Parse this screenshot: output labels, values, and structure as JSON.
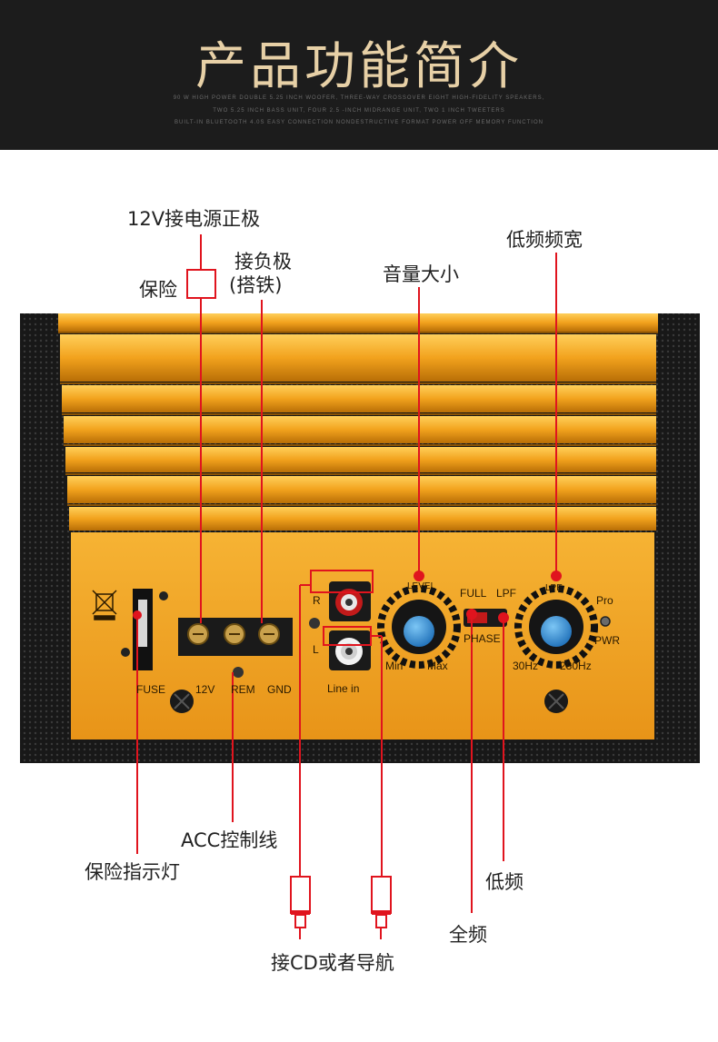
{
  "header": {
    "title": "产品功能简介",
    "sub_lines": [
      "90 W HIGH POWER DOUBLE 5.25 INCH WOOFER, THREE-WAY CROSSOVER EIGHT HIGH-FIDELITY SPEAKERS,",
      "TWO 5.25 INCH BASS UNIT, FOUR 2.5 -INCH MIDRANGE UNIT, TWO 1 INCH TWEETERS",
      "BUILT-IN BLUETOOTH 4.0S EASY CONNECTION NONDESTRUCTIVE FORMAT POWER OFF MEMORY FUNCTION"
    ]
  },
  "callouts": {
    "power_positive": "12V接电源正极",
    "fuse": "保险",
    "ground_line1": "接负极",
    "ground_line2": "(搭铁)",
    "volume": "音量大小",
    "bass_bandwidth": "低频频宽",
    "acc_control": "ACC控制线",
    "fuse_indicator": "保险指示灯",
    "low_freq": "低频",
    "full_freq": "全频",
    "cd_nav": "接CD或者导航"
  },
  "panel": {
    "fuse": "FUSE",
    "v12": "12V",
    "rem": "REM",
    "gnd": "GND",
    "r": "R",
    "l": "L",
    "line_in": "Line in",
    "level": "LEVEL",
    "min": "Min",
    "max": "Max",
    "full": "FULL",
    "lpf": "LPF",
    "phase": "PHASE",
    "lpe": "LPE",
    "hz30": "30Hz",
    "hz280": "280Hz",
    "pro": "Pro",
    "pwr": "PWR"
  },
  "colors": {
    "accent_red": "#e0141e",
    "panel_gold": "#f0a11d",
    "knob_blue": "#2f8fd6",
    "header_bg": "#1c1c1c",
    "title_gold": "#e7d0a6"
  }
}
